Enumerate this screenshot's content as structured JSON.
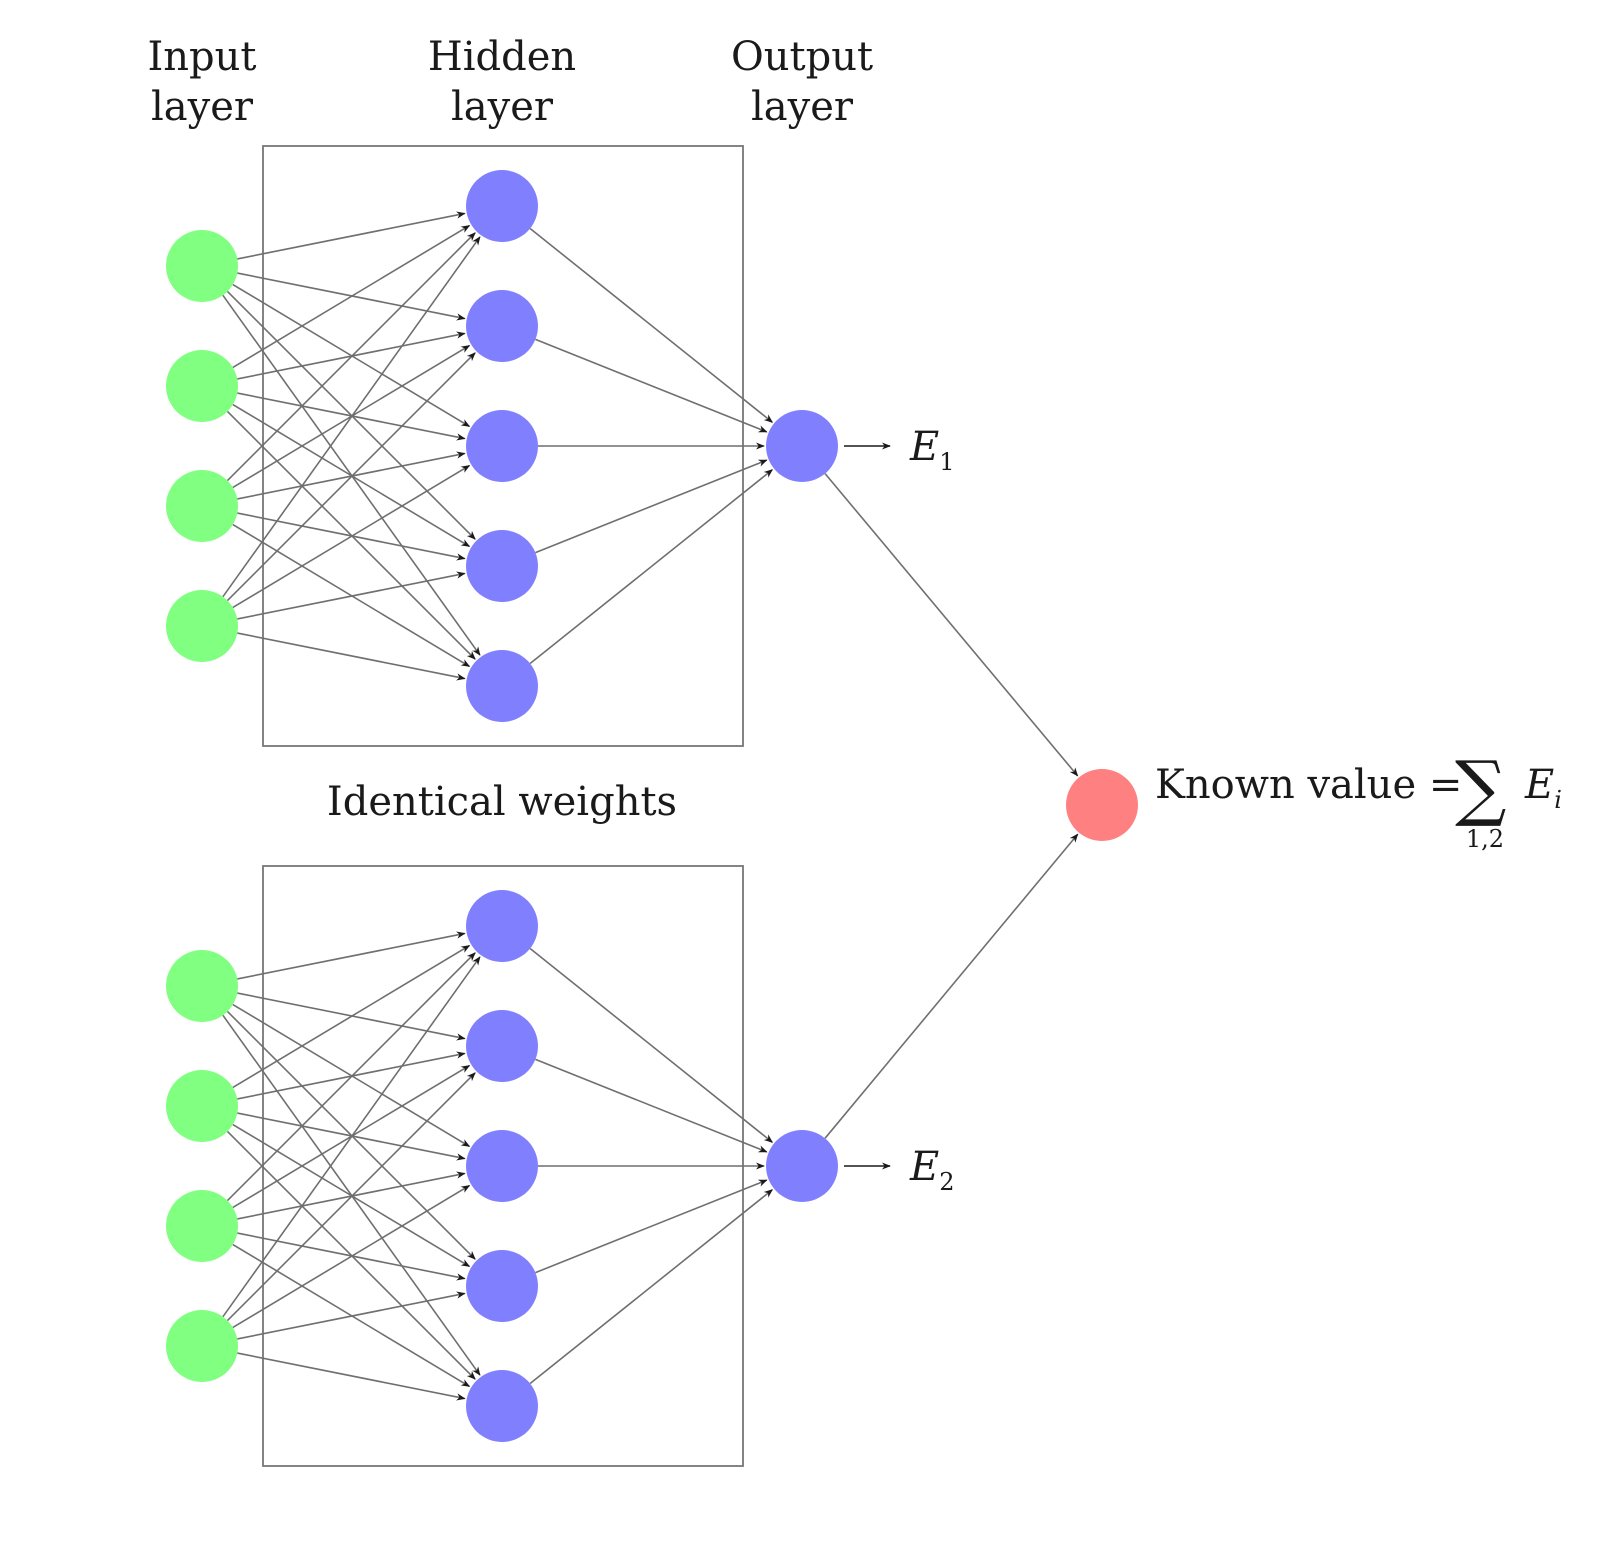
{
  "layer_labels": {
    "input": [
      "Input",
      "layer"
    ],
    "hidden": [
      "Hidden",
      "layer"
    ],
    "output": [
      "Output",
      "layer"
    ]
  },
  "middle_label": "Identical weights",
  "networks": [
    {
      "output_symbol": "E",
      "output_subscript": "1"
    },
    {
      "output_symbol": "E",
      "output_subscript": "2"
    }
  ],
  "network_shape": {
    "input_nodes": 4,
    "hidden_nodes": 5,
    "output_nodes": 1
  },
  "target": {
    "text": "Known value =",
    "sigma": "∑",
    "sum_range": "1,2",
    "sum_symbol": "E",
    "sum_subscript": "i"
  },
  "colors": {
    "input_node": "#80ff80",
    "hidden_node": "#8080ff",
    "output_node": "#8080ff",
    "target_node": "#ff8080",
    "edge": "#6f6f6f",
    "box": "#777777"
  }
}
